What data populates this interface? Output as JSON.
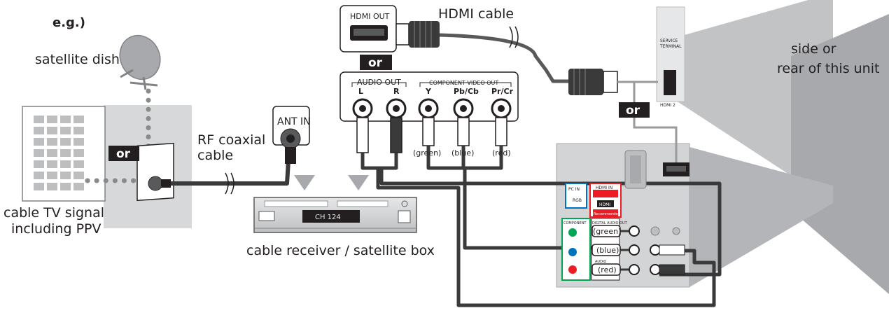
{
  "labels": {
    "eg": "e.g.)",
    "satellite_dish": "satellite dish",
    "cable_tv_line1": "cable TV signal",
    "cable_tv_line2": "including PPV",
    "rf_line1": "RF coaxial",
    "rf_line2": "cable",
    "ant_in": "ANT IN",
    "hdmi_out": "HDMI OUT",
    "hdmi_cable": "HDMI cable",
    "audio_out": "AUDIO OUT",
    "component_video_out": "COMPONENT VIDEO OUT",
    "jack_l": "L",
    "jack_r": "R",
    "jack_y": "Y",
    "jack_pb": "Pb/Cb",
    "jack_pr": "Pr/Cr",
    "green": "(green)",
    "blue": "(blue)",
    "red": "(red)",
    "receiver": "cable receiver / satellite box",
    "side_line1": "side or",
    "side_line2": "rear of this unit",
    "or": "or",
    "service_line1": "SERVICE",
    "service_line2": "TERMINAL",
    "hdmi2": "HDMI 2",
    "pc_in": "PC IN",
    "rgb": "RGB",
    "hdmi_in": "HDMI IN",
    "hdmi": "HDMI",
    "recommended": "Recommended",
    "component": "COMPONENT",
    "digital_audio_out": "DIGITAL AUDIO OUT",
    "audio": "AUDIO",
    "receiver_display": "CH 124"
  },
  "colors": {
    "cable_dark": "#3a3a3a",
    "cable_light": "#9a9a9a",
    "panel_grey": "#d7d8d9",
    "or_badge": "#231f20",
    "text": "#231f20"
  }
}
